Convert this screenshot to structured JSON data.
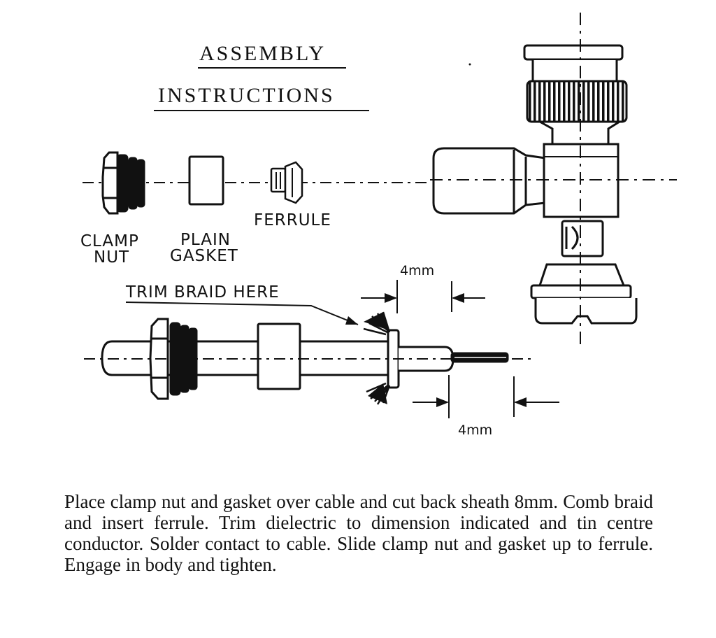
{
  "title": {
    "line1": "ASSEMBLY",
    "line2": "INSTRUCTIONS"
  },
  "parts": {
    "clamp_nut_line1": "CLAMP",
    "clamp_nut_line2": "NUT",
    "plain_gasket_line1": "PLAIN",
    "plain_gasket_line2": "GASKET",
    "ferrule": "FERRULE"
  },
  "callouts": {
    "trim_braid": "TRIM BRAID HERE",
    "dim_top": "4mm",
    "dim_bottom": "4mm"
  },
  "instructions": "Place clamp nut and gasket over cable and cut back sheath 8mm. Comb braid and insert ferrule. Trim dielectric to dimension indicated and tin centre conductor. Solder contact to cable. Slide clamp nut and gasket up to ferrule. Engage in body and tighten."
}
